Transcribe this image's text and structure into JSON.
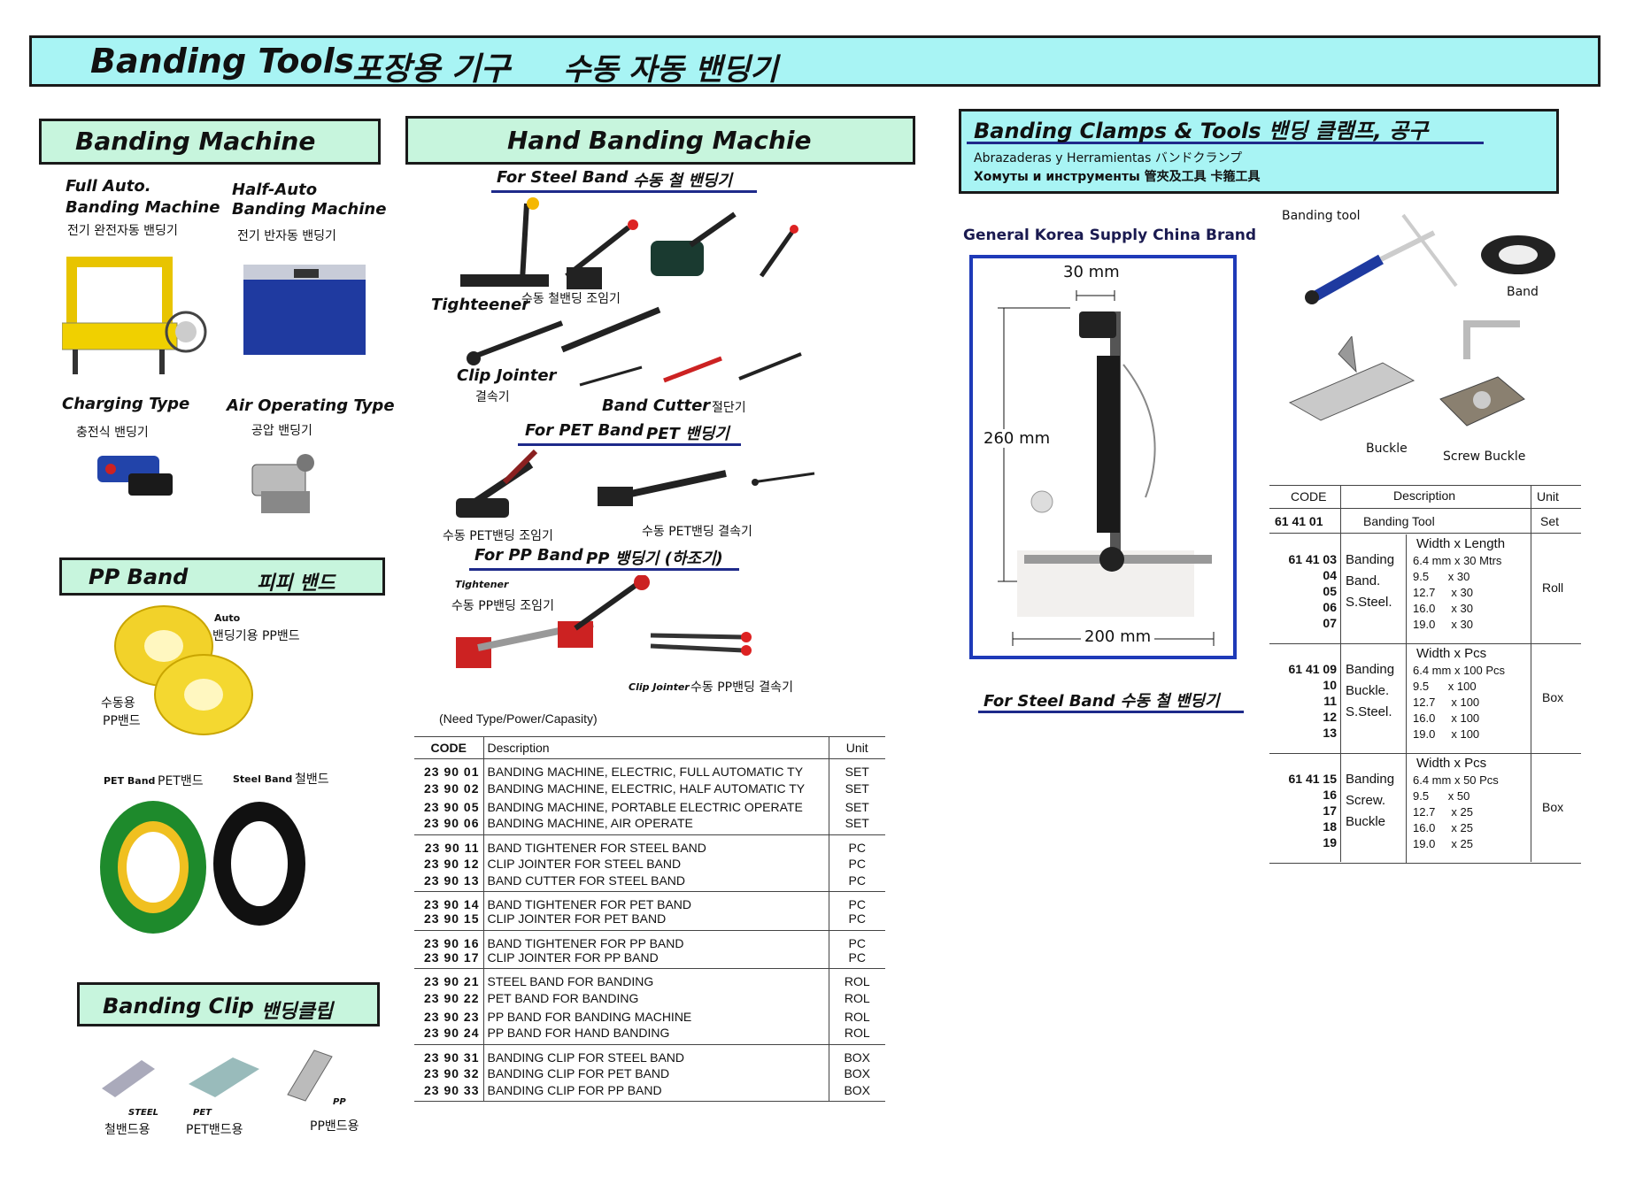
{
  "header": {
    "title_en": "Banding Tools",
    "title_ko1": "포장용 기구",
    "title_ko2": "수동 자동 밴딩기"
  },
  "banding_machine": {
    "title": "Banding Machine",
    "full_auto_en1": "Full Auto.",
    "full_auto_en2": "Banding Machine",
    "full_auto_ko": "전기 완전자동 밴딩기",
    "half_auto_en1": "Half-Auto",
    "half_auto_en2": "Banding Machine",
    "half_auto_ko": "전기 반자동 밴딩기",
    "charging_en": "Charging Type",
    "charging_ko": "충전식 밴딩기",
    "air_en": "Air Operating Type",
    "air_ko": "공압 밴딩기"
  },
  "pp_band": {
    "title_en": "PP Band",
    "title_ko": "피피 밴드",
    "auto_en": "Auto",
    "auto_ko": "밴딩기용 PP밴드",
    "manual_ko1": "수동용",
    "manual_ko2": "PP밴드",
    "pet_en": "PET Band",
    "pet_ko": "PET밴드",
    "steel_en": "Steel Band",
    "steel_ko": "철밴드"
  },
  "banding_clip": {
    "title_en": "Banding Clip",
    "title_ko": "밴딩클립",
    "steel_en": "STEEL",
    "steel_ko": "철밴드용",
    "pet_en": "PET",
    "pet_ko": "PET밴드용",
    "pp_en": "PP",
    "pp_ko": "PP밴드용"
  },
  "hand_banding": {
    "title": "Hand Banding Machie",
    "steel_sub_en": "For Steel Band",
    "steel_sub_ko": "수동 철 밴딩기",
    "tighteneer_en": "Tighteener",
    "tighteneer_ko": "수동 철밴딩 조임기",
    "clip_jointer_en": "Clip Jointer",
    "clip_jointer_ko": "결속기",
    "band_cutter_en": "Band Cutter",
    "band_cutter_ko": "절단기",
    "pet_sub_en": "For PET Band",
    "pet_sub_ko": "PET 밴딩기",
    "pet_tight_ko": "수동 PET밴딩 조임기",
    "pet_clip_ko": "수동 PET밴딩 결속기",
    "pp_sub_en": "For PP Band",
    "pp_sub_ko": "PP 뱅딩기 (하조기)",
    "pp_tight_en": "Tightener",
    "pp_tight_ko": "수동 PP밴딩 조임기",
    "pp_clip_en": "Clip Jointer",
    "pp_clip_ko": "수동 PP밴딩 결속기",
    "note": "(Need Type/Power/Capasity)"
  },
  "main_table": {
    "headers": {
      "code": "CODE",
      "desc": "Description",
      "unit": "Unit"
    },
    "groups": [
      [
        [
          "23 90 01",
          "BANDING MACHINE, ELECTRIC, FULL AUTOMATIC TY",
          "SET"
        ],
        [
          "23 90 02",
          "BANDING MACHINE, ELECTRIC, HALF AUTOMATIC TY",
          "SET"
        ],
        [
          "23 90 05",
          "BANDING MACHINE, PORTABLE ELECTRIC OPERATE",
          "SET"
        ],
        [
          "23 90 06",
          "BANDING MACHINE, AIR OPERATE",
          "SET"
        ]
      ],
      [
        [
          "23 90 11",
          "BAND TIGHTENER FOR STEEL BAND",
          "PC"
        ],
        [
          "23 90 12",
          "CLIP JOINTER FOR STEEL BAND",
          "PC"
        ],
        [
          "23 90 13",
          "BAND CUTTER FOR STEEL BAND",
          "PC"
        ]
      ],
      [
        [
          "23 90 14",
          "BAND TIGHTENER FOR PET BAND",
          "PC"
        ],
        [
          "23 90 15",
          "CLIP JOINTER FOR PET BAND",
          "PC"
        ]
      ],
      [
        [
          "23 90 16",
          "BAND TIGHTENER FOR PP BAND",
          "PC"
        ],
        [
          "23 90 17",
          "CLIP JOINTER FOR PP BAND",
          "PC"
        ]
      ],
      [
        [
          "23 90 21",
          "STEEL BAND FOR BANDING",
          "ROL"
        ],
        [
          "23 90 22",
          "PET BAND FOR BANDING",
          "ROL"
        ],
        [
          "23 90 23",
          "PP BAND FOR BANDING MACHINE",
          "ROL"
        ],
        [
          "23 90 24",
          "PP BAND FOR HAND BANDING",
          "ROL"
        ]
      ],
      [
        [
          "23 90 31",
          "BANDING CLIP FOR STEEL BAND",
          "BOX"
        ],
        [
          "23 90 32",
          "BANDING CLIP FOR PET BAND",
          "BOX"
        ],
        [
          "23 90 33",
          "BANDING CLIP FOR PP BAND",
          "BOX"
        ]
      ]
    ]
  },
  "clamps": {
    "title": "Banding Clamps & Tools 밴딩 클램프, 공구",
    "line_es": "Abrazaderas y Herramientas  バンドクランプ",
    "line_ru": "Хомуты и инструменты 管夾及工具 卡箍工具",
    "brand": "General Korea Supply China Brand",
    "dim_30": "30 mm",
    "dim_260": "260 mm",
    "dim_200": "200 mm",
    "steel_sub": "For Steel Band  수동 철 밴딩기",
    "lbl_tool": "Banding tool",
    "lbl_band": "Band",
    "lbl_buckle": "Buckle",
    "lbl_screw": "Screw Buckle"
  },
  "right_table": {
    "headers": {
      "code": "CODE",
      "desc": "Description",
      "unit": "Unit"
    },
    "tool_row": {
      "code": "61 41 01",
      "desc": "Banding Tool",
      "unit": "Set"
    },
    "band": {
      "codes": [
        "61 41 03",
        "04",
        "05",
        "06",
        "07"
      ],
      "name": [
        "Banding",
        "Band.",
        "S.Steel."
      ],
      "head": "Width x Length",
      "rows": [
        "6.4 mm x 30 Mtrs",
        "9.5      x 30",
        "12.7     x 30",
        "16.0     x 30",
        "19.0     x 30"
      ],
      "unit": "Roll"
    },
    "buckle": {
      "codes": [
        "61 41 09",
        "10",
        "11",
        "12",
        "13"
      ],
      "name": [
        "Banding",
        "Buckle.",
        "S.Steel."
      ],
      "head": "Width x Pcs",
      "rows": [
        "6.4 mm x 100 Pcs",
        "9.5      x 100",
        "12.7     x 100",
        "16.0     x 100",
        "19.0     x 100"
      ],
      "unit": "Box"
    },
    "screw": {
      "codes": [
        "61 41 15",
        "16",
        "17",
        "18",
        "19"
      ],
      "name": [
        "Banding",
        "Screw.",
        "Buckle"
      ],
      "head": "Width x Pcs",
      "rows": [
        "6.4 mm x 50 Pcs",
        "9.5      x 50",
        "12.7     x 25",
        "16.0     x 25",
        "19.0     x 25"
      ],
      "unit": "Box"
    }
  }
}
